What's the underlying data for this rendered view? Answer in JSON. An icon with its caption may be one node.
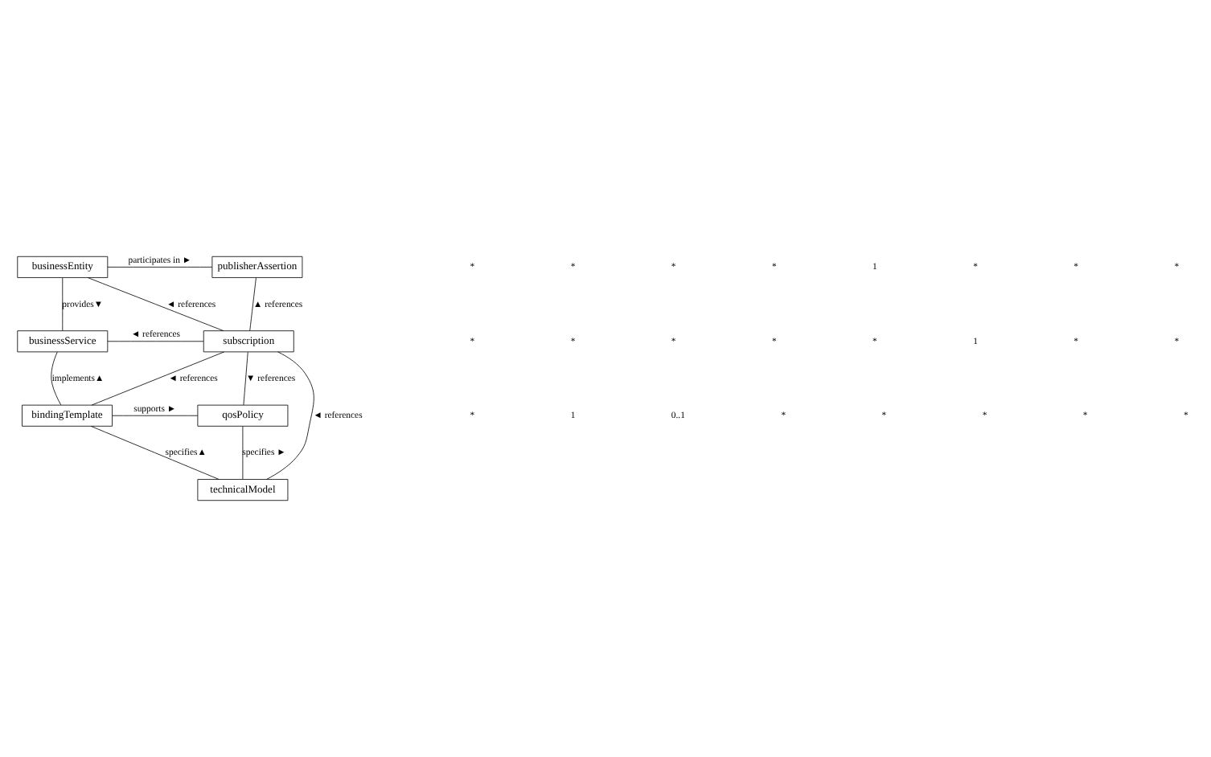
{
  "diagram": {
    "nodes": [
      {
        "text": [
          "businessEntity"
        ]
      },
      {
        "text": [
          "publisherAssertion"
        ]
      },
      {
        "text": [
          "businessService"
        ]
      },
      {
        "text": [
          "subscription"
        ]
      },
      {
        "text": [
          "bindingTemplate"
        ]
      },
      {
        "text": [
          "qosPolicy"
        ]
      },
      {
        "text": [
          "technicalModel"
        ]
      }
    ],
    "edges": [
      {
        "from": 0,
        "to": 1,
        "arrow": "none",
        "label": "participates in ►"
      },
      {
        "from": 0,
        "to": 3,
        "arrow": "none",
        "label": "◄ references"
      },
      {
        "from": 0,
        "to": 2,
        "arrow": "none",
        "label": "provides▼"
      },
      {
        "from": 1,
        "to": 3,
        "arrow": "none",
        "label": "▲ references"
      },
      {
        "from": 2,
        "to": 3,
        "arrow": "none",
        "label": "◄ references"
      },
      {
        "from": 2,
        "to": 4,
        "arrow": "none",
        "label": "implements▲"
      },
      {
        "from": 4,
        "to": 3,
        "arrow": "none",
        "label": "◄ references"
      },
      {
        "from": 3,
        "to": 5,
        "arrow": "none",
        "label": "▼ references"
      },
      {
        "from": 4,
        "to": 5,
        "arrow": "none",
        "label": "supports ►"
      },
      {
        "from": 4,
        "to": 6,
        "arrow": "none",
        "label": "specifies▲"
      },
      {
        "from": 6,
        "to": 5,
        "arrow": "none",
        "label": "specifies ►"
      },
      {
        "from": 6,
        "to": 3,
        "arrow": "none",
        "label": "◄ references"
      }
    ],
    "labels": [
      "*",
      "*",
      "*",
      "*",
      "1",
      "*",
      "*",
      "*",
      "*",
      "*",
      "*",
      "*",
      "*",
      "1",
      "*",
      "*",
      "*",
      "1",
      "0..1",
      "*",
      "*",
      "*",
      "*",
      "*"
    ]
  }
}
